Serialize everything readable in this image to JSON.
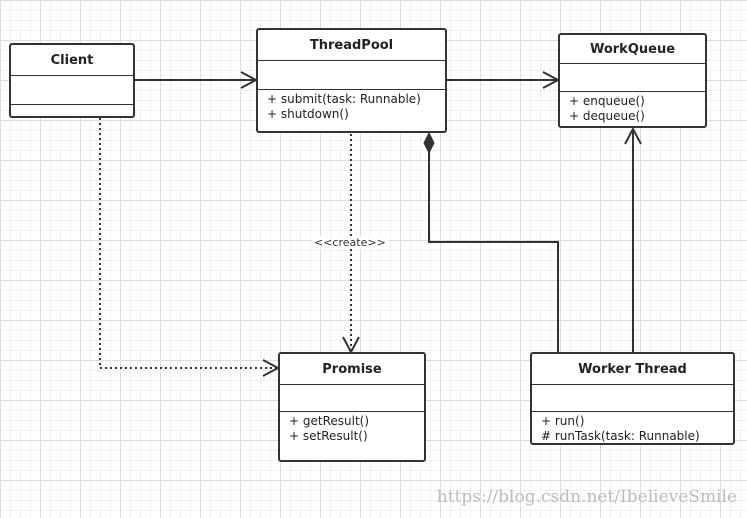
{
  "classes": {
    "client": {
      "name": "Client"
    },
    "pool": {
      "name": "ThreadPool",
      "ops": [
        "+ submit(task: Runnable)",
        "+ shutdown()"
      ]
    },
    "queue": {
      "name": "WorkQueue",
      "ops": [
        "+ enqueue()",
        "+ dequeue()"
      ]
    },
    "promise": {
      "name": "Promise",
      "ops": [
        "+ getResult()",
        "+ setResult()"
      ]
    },
    "worker": {
      "name": "Worker Thread",
      "ops": [
        "+ run()",
        "# runTask(task: Runnable)"
      ]
    }
  },
  "labels": {
    "create": "<<create>>"
  },
  "watermark": "https://blog.csdn.net/IbelieveSmile"
}
